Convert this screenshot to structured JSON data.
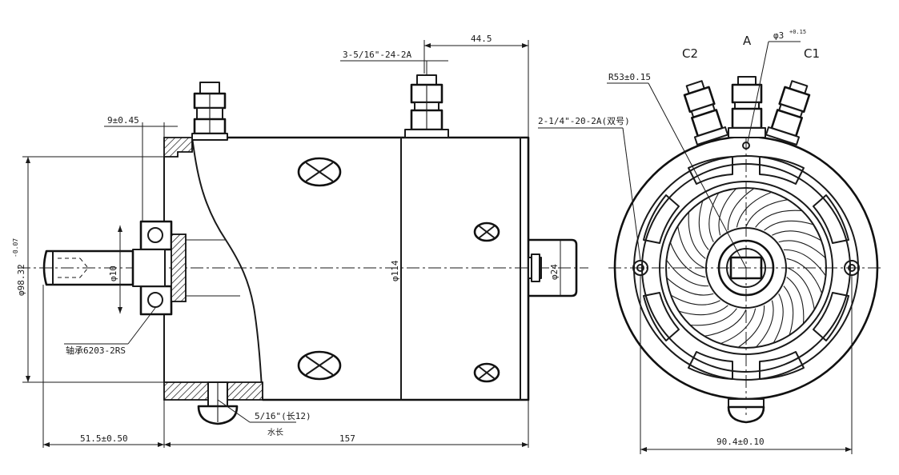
{
  "dimensions": {
    "thread_top": "3-5/16\"-24-2A",
    "len_44_5": "44.5",
    "offset_9": "9±0.45",
    "thread_side": "2-1/4\"-20-2A(双号)",
    "radius_r53": "R53±0.15",
    "dia_98": "φ98.32",
    "tol_98": "-0.07",
    "dia_10": "φ10",
    "dia_114": "φ114",
    "dia_24": "φ24",
    "bearing": "轴承6203-2RS",
    "bolt_thread": "5/16\"(长12)",
    "bolt_note": "水长",
    "len_51_5": "51.5±0.50",
    "len_157": "157",
    "len_90_4": "90.4±0.10",
    "pin_dia": "φ3",
    "pin_tol": "+0.15"
  },
  "terminals": {
    "c2": "C2",
    "a": "A",
    "c1": "C1"
  }
}
